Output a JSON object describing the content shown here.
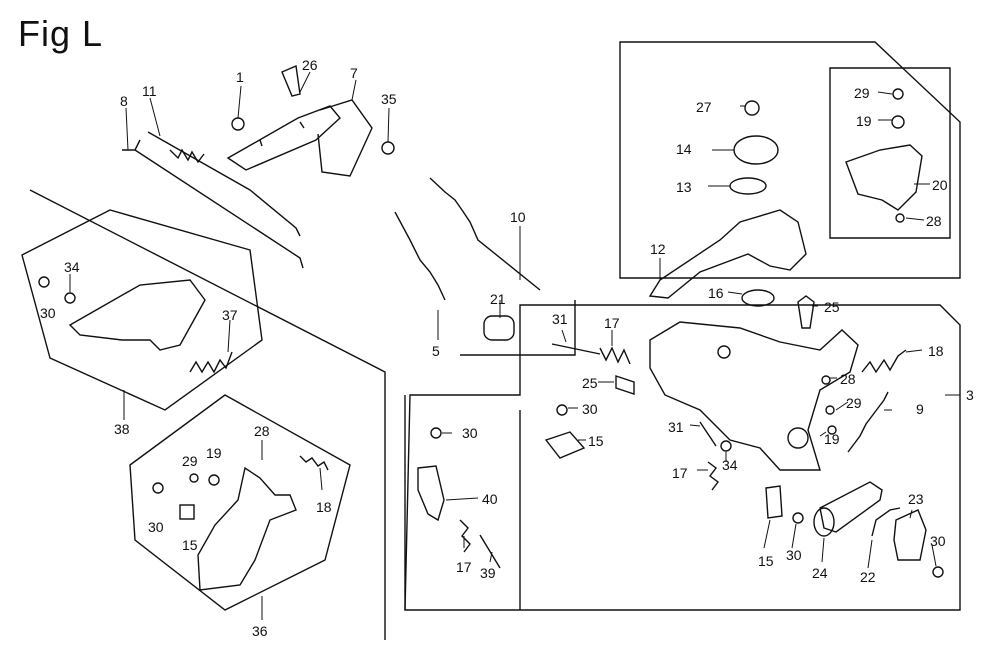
{
  "title": "Fig L",
  "part_labels": {
    "p1": "1",
    "p26": "26",
    "p7": "7",
    "p35": "35",
    "p8": "8",
    "p11": "11",
    "p34a": "34",
    "p30a": "30",
    "p37": "37",
    "p38": "38",
    "p28a": "28",
    "p29a": "29",
    "p19a": "19",
    "p18a": "18",
    "p30b": "30",
    "p15a": "15",
    "p36": "36",
    "p10": "10",
    "p21": "21",
    "p5": "5",
    "p27": "27",
    "p14": "14",
    "p13": "13",
    "p12": "12",
    "p16": "16",
    "p25a": "25",
    "p29b": "29",
    "p19b": "19",
    "p20": "20",
    "p28b": "28",
    "p31a": "31",
    "p17a": "17",
    "p25b": "25",
    "p30c": "30",
    "p15b": "15",
    "p18b": "18",
    "p3": "3",
    "p28c": "28",
    "p29c": "29",
    "p9": "9",
    "p19c": "19",
    "p31b": "31",
    "p17b": "17",
    "p34b": "34",
    "p30d": "30",
    "p40": "40",
    "p17c": "17",
    "p39": "39",
    "p15c": "15",
    "p30e": "30",
    "p24": "24",
    "p22": "22",
    "p23": "23",
    "p30f": "30"
  }
}
